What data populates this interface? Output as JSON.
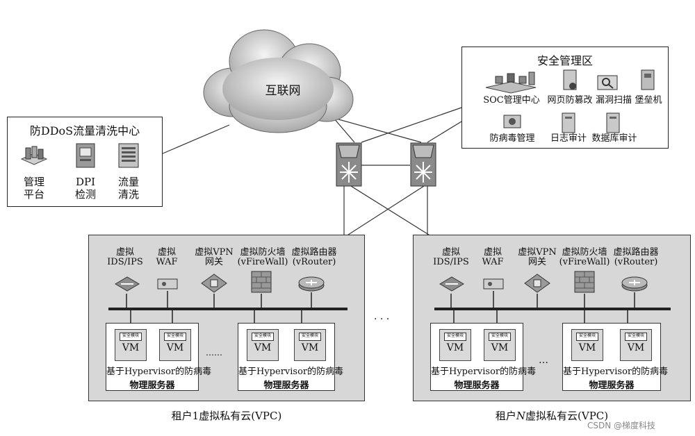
{
  "internet": {
    "label": "互联网"
  },
  "ddos_center": {
    "title": "防DDoS流量清洗中心",
    "items": [
      {
        "line1": "管理",
        "line2": "平台",
        "icon": "management-platform-icon"
      },
      {
        "line1": "DPI",
        "line2": "检测",
        "icon": "dpi-detection-icon"
      },
      {
        "line1": "流量",
        "line2": "清洗",
        "icon": "traffic-cleaning-icon"
      }
    ]
  },
  "security_zone": {
    "title": "安全管理区",
    "items_row1": [
      "SOC管理中心",
      "网页防篡改",
      "漏洞扫描",
      "堡垒机"
    ],
    "items_row2": [
      "防病毒管理",
      "日志审计",
      "数据库审计"
    ]
  },
  "vpc_left": {
    "caption": "租户1虚拟私有云(VPC)",
    "functions": [
      {
        "line1": "虚拟",
        "line2": "IDS/IPS"
      },
      {
        "line1": "虚拟",
        "line2": "WAF"
      },
      {
        "line1": "虚拟VPN",
        "line2": "网关"
      },
      {
        "line1": "虚拟防火墙",
        "line2": "(vFireWall)"
      },
      {
        "line1": "虚拟路由器",
        "line2": "(vRouter)"
      }
    ],
    "vm_tag": "安全模块",
    "vm_label": "VM",
    "hypervisor_label": "基于Hypervisor的防病毒",
    "server_label": "物理服务器",
    "ellipsis": "……"
  },
  "vpc_right": {
    "caption_prefix": "租户",
    "caption_n": "N",
    "caption_suffix": "虚拟私有云(VPC)",
    "functions": [
      {
        "line1": "虚拟",
        "line2": "IDS/IPS"
      },
      {
        "line1": "虚拟",
        "line2": "WAF"
      },
      {
        "line1": "虚拟VPN",
        "line2": "网关"
      },
      {
        "line1": "虚拟防火墙",
        "line2": "(vFireWall)"
      },
      {
        "line1": "虚拟路由器",
        "line2": "(vRouter)"
      }
    ],
    "vm_tag": "安全模块",
    "vm_label": "VM",
    "hypervisor_label": "基于Hypervisor的防病毒",
    "server_label": "物理服务器",
    "ellipsis": "…"
  },
  "between_vpcs": "· · ·",
  "watermark": "CSDN @梯度科技"
}
